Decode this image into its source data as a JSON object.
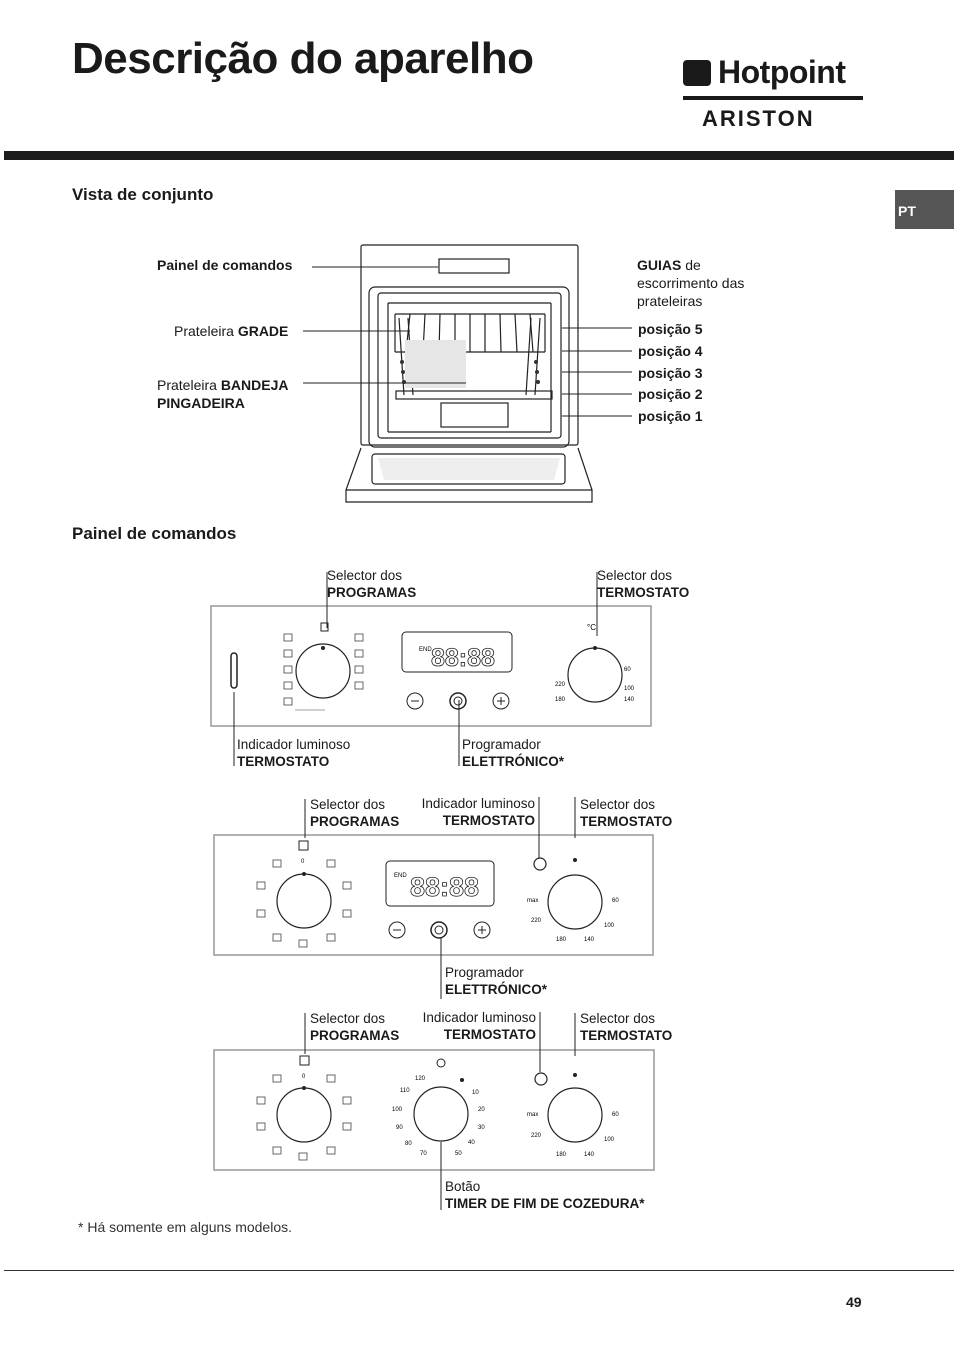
{
  "page": {
    "title": "Descrição do aparelho",
    "lang_tab": "PT",
    "footnote": "* Há somente em alguns modelos.",
    "page_number": "49"
  },
  "brand": {
    "name": "Hotpoint",
    "sub": "ARISTON"
  },
  "overview": {
    "heading": "Vista de conjunto",
    "labels": {
      "control_panel": "Painel de comandos",
      "rack_prefix": "Prateleira ",
      "rack_bold": "GRADE",
      "tray_prefix": "Prateleira ",
      "tray_bold1": "BANDEJA",
      "tray_bold2": "PINGADEIRA",
      "guides_bold": "GUIAS",
      "guides_rest1": " de",
      "guides_rest2": "escorrimento das",
      "guides_rest3": "prateleiras",
      "positions": [
        "posição 5",
        "posição 4",
        "posição 3",
        "posição 2",
        "posição 1"
      ]
    }
  },
  "panels": {
    "heading": "Painel de comandos",
    "selector_prefix": "Selector dos",
    "programs": "PROGRAMAS",
    "thermostat": "TERMOSTATO",
    "indicator_prefix": "Indicador luminoso",
    "programmer_prefix": "Programador",
    "programmer": "ELETTRÓNICO*",
    "button_prefix": "Botão",
    "timer": "TIMER DE FIM DE COZEDURA*",
    "display_digits": "88:88",
    "display_end": "END",
    "knob_zero": "0",
    "celsius": "°C",
    "temp_ticks_a": [
      "60",
      "100",
      "140",
      "180",
      "220"
    ],
    "temp_ticks_b": [
      "max",
      "60",
      "100",
      "140",
      "180",
      "220"
    ],
    "timer_ticks": [
      "120",
      "110",
      "100",
      "90",
      "80",
      "70",
      "50",
      "40",
      "30",
      "20",
      "10"
    ]
  }
}
